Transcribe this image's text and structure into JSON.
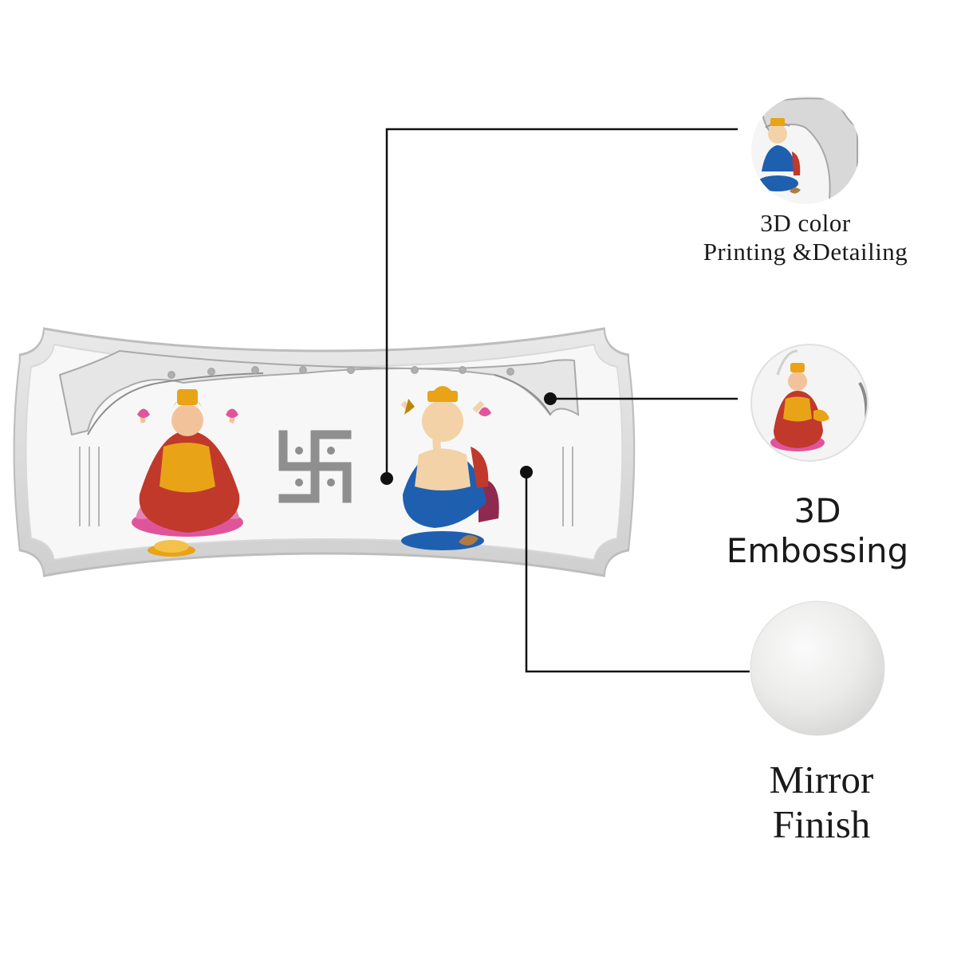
{
  "features": [
    {
      "id": "color-printing",
      "lines": [
        "3D color",
        "Printing &Detailing"
      ]
    },
    {
      "id": "embossing",
      "lines": [
        "3D",
        "Embossing"
      ]
    },
    {
      "id": "mirror-finish",
      "lines": [
        "Mirror",
        "Finish"
      ]
    }
  ],
  "colors": {
    "silver_light": "#f4f4f4",
    "silver_mid": "#c9c9c9",
    "silver_dark": "#9a9a9a",
    "leader_line": "#111111",
    "text": "#1a1a1a",
    "saree_red": "#c0392b",
    "gold": "#e8a317",
    "lotus_pink": "#e0559a",
    "ganesh_blue": "#1f5fb0"
  },
  "icons": [
    "swastik-icon",
    "lakshmi-figure",
    "ganesh-figure",
    "lotus-icon"
  ]
}
